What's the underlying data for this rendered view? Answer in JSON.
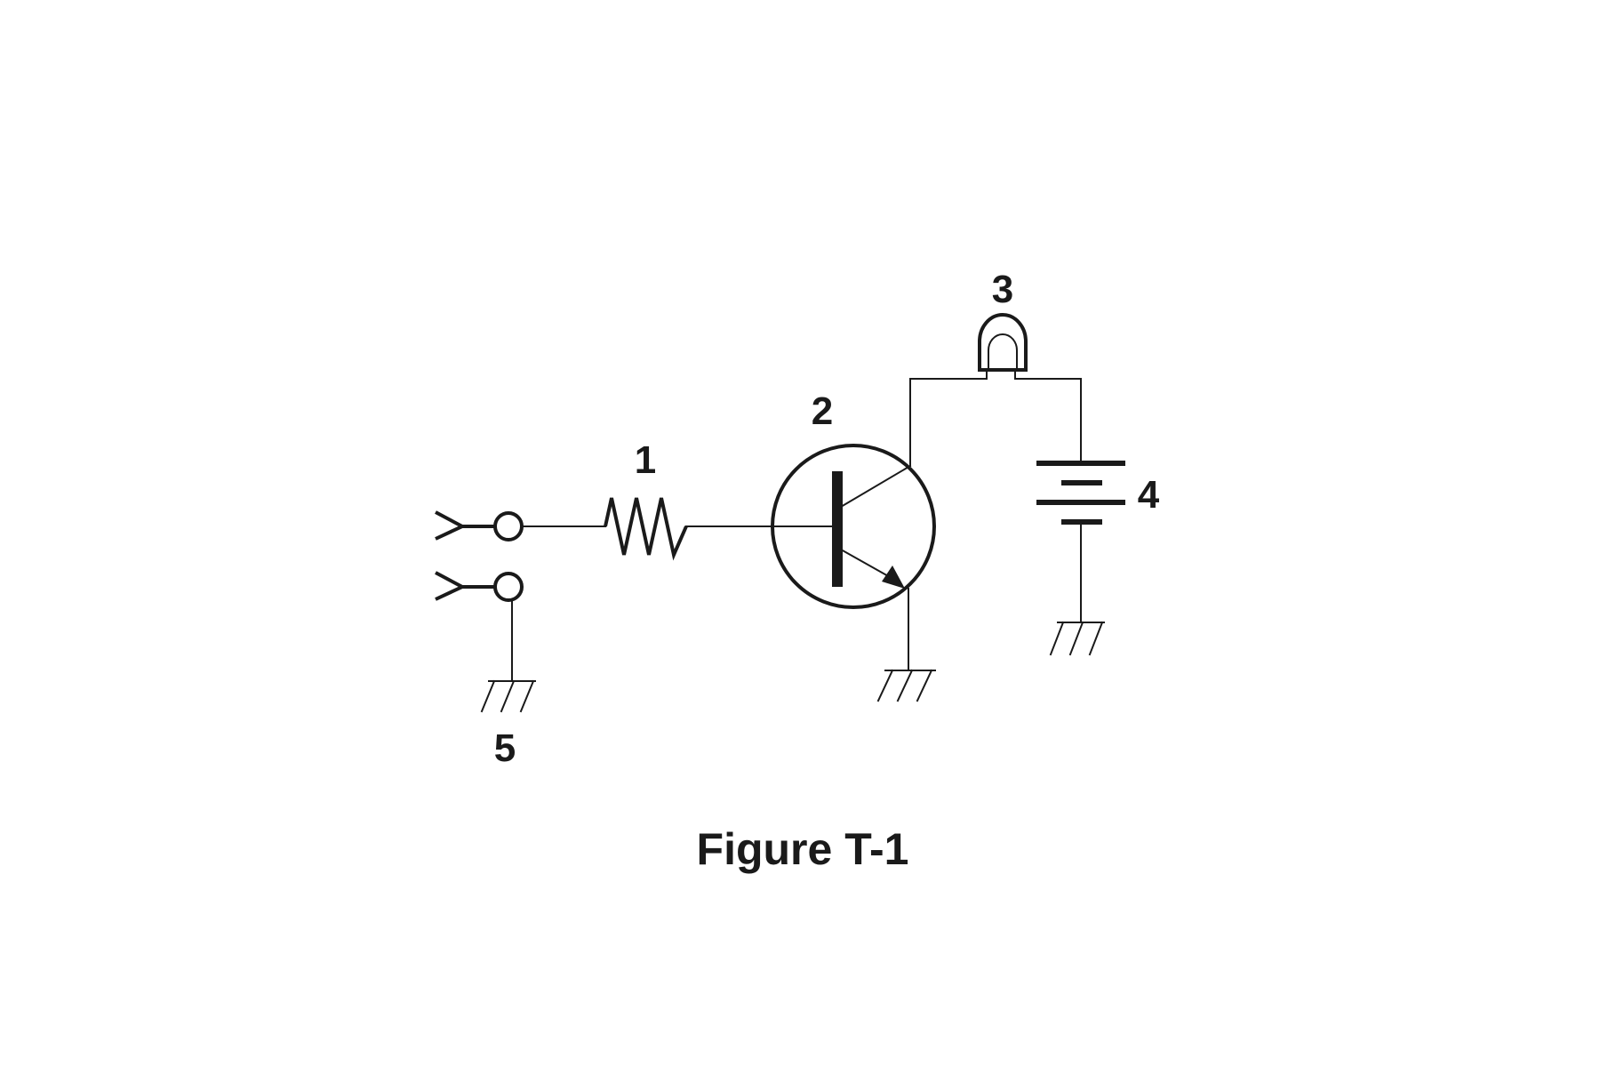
{
  "figure": {
    "caption": "Figure T-1"
  },
  "labels": {
    "resistor": "1",
    "transistor": "2",
    "lamp": "3",
    "battery": "4",
    "ground": "5"
  },
  "components": [
    {
      "id": "1",
      "kind": "resistor"
    },
    {
      "id": "2",
      "kind": "npn-transistor"
    },
    {
      "id": "3",
      "kind": "lamp"
    },
    {
      "id": "4",
      "kind": "battery"
    },
    {
      "id": "5",
      "kind": "ground"
    }
  ],
  "colors": {
    "line": "#1a1a1a",
    "background": "#ffffff"
  }
}
